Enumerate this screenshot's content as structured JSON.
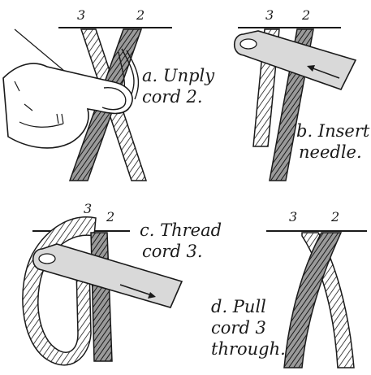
{
  "panels": [
    {
      "id": "a",
      "cord_left": "3",
      "cord_right": "2",
      "caption_line1": "a. Unply",
      "caption_line2": "cord 2."
    },
    {
      "id": "b",
      "cord_left": "3",
      "cord_right": "2",
      "caption_line1": "b. Insert",
      "caption_line2": "needle."
    },
    {
      "id": "c",
      "cord_left": "3",
      "cord_right": "2",
      "caption_line1": "c. Thread",
      "caption_line2": "cord 3."
    },
    {
      "id": "d",
      "cord_left": "3",
      "cord_right": "2",
      "caption_line1": "d. Pull",
      "caption_line2": "cord 3",
      "caption_line3": "through."
    }
  ],
  "colors": {
    "ink": "#1a1a1a",
    "needle": "#d9d9d9",
    "rope_dark": "#8a8a8a",
    "rope_light": "#ffffff"
  }
}
